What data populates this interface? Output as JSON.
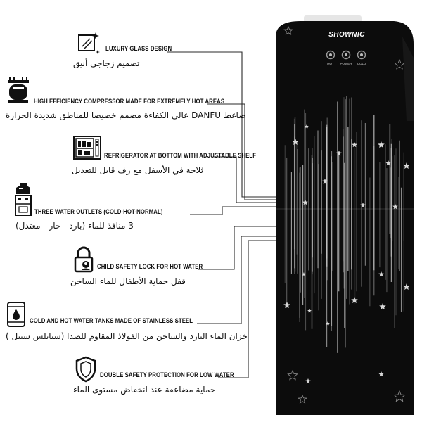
{
  "features": [
    {
      "icon": "glass-sparkle-icon",
      "en": "LUXURY GLASS DESIGN",
      "ar": "تصميم زجاجي أنيق"
    },
    {
      "icon": "compressor-icon",
      "en": "HIGH EFFICIENCY COMPRESSOR MADE FOR EXTREMELY HOT AREAS",
      "ar": "ضاغط DANFU عالي الكفاءة مصمم خصيصا للمناطق شديدة الحرارة"
    },
    {
      "icon": "refrigerator-icon",
      "en": "REFRIGERATOR AT BOTTOM WITH ADJUSTABLE SHELF",
      "ar": "ثلاجة في الأسفل مع رف قابل للتعديل"
    },
    {
      "icon": "water-dispenser-icon",
      "en": "THREE WATER OUTLETS (COLD-HOT-NORMAL)",
      "ar": "3 منافذ للماء (بارد - حار - معتدل)"
    },
    {
      "icon": "child-lock-icon",
      "en": "CHILD SAFETY LOCK FOR HOT WATER",
      "ar": "قفل حماية الأطفال للماء الساخن"
    },
    {
      "icon": "steel-tank-icon",
      "en": "COLD AND HOT WATER TANKS MADE OF STAINLESS STEEL",
      "ar": "خزان الماء البارد والساخن من الفولاذ المقاوم للصدا (ستانلس ستيل )"
    },
    {
      "icon": "shield-icon",
      "en": "DOUBLE SAFETY PROTECTION FOR LOW WATER",
      "ar": "حماية مضاعفة عند انخفاض مستوى الماء"
    }
  ],
  "product": {
    "brand": "SHOWNIC",
    "buttons": [
      "HOT",
      "POWER",
      "COLD"
    ],
    "body_color": "#0c0c0c",
    "accent_color": "#d8d8d8"
  }
}
